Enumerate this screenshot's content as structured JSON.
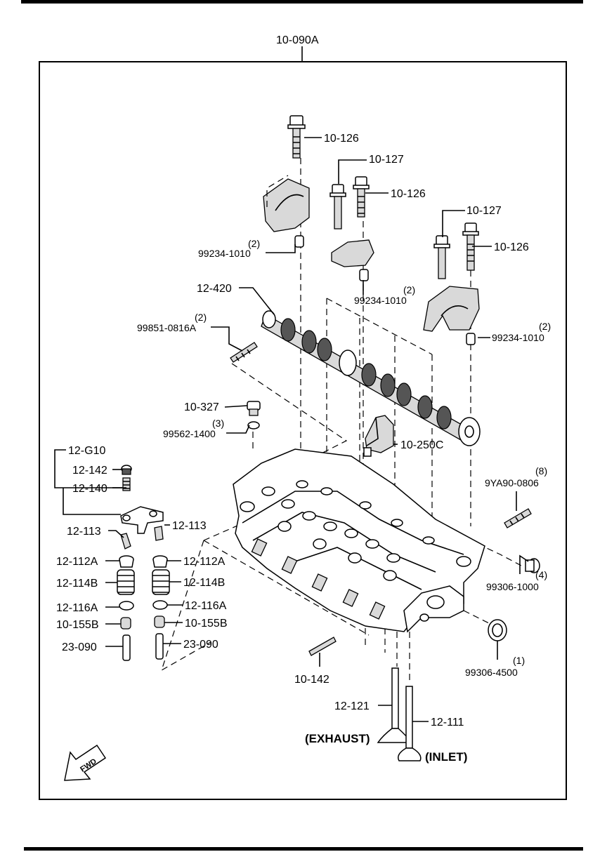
{
  "diagram": {
    "header_code": "10-090A",
    "fwd": "FWD",
    "labels": {
      "bolt_top": "10-126",
      "bolt_a": "10-127",
      "bolt_b": "10-126",
      "bolt_c": "10-127",
      "bolt_d": "10-126",
      "pin1_qty": "(2)",
      "pin1": "99234-1010",
      "pin2_qty": "(2)",
      "pin2": "99234-1010",
      "pin3_qty": "(2)",
      "pin3": "99234-1010",
      "camshaft": "12-420",
      "stud_qty": "(2)",
      "stud": "99851-0816A",
      "cap": "10-327",
      "washer_qty": "(3)",
      "washer": "99562-1400",
      "bracket": "10-250C",
      "group": "12-G10",
      "nut": "12-142",
      "adjuster": "12-140",
      "key_l": "12-113",
      "key_r": "12-113",
      "seat_l": "12-112A",
      "seat_r": "12-112A",
      "spring_l": "12-114B",
      "spring_r": "12-114B",
      "lower_l": "12-116A",
      "lower_r": "12-116A",
      "seal_l": "10-155B",
      "seal_r": "10-155B",
      "guide_l": "23-090",
      "guide_r": "23-090",
      "stud8_qty": "(8)",
      "stud8": "9YA90-0806",
      "plug4_qty": "(4)",
      "plug4": "99306-1000",
      "plug1_qty": "(1)",
      "plug1": "99306-4500",
      "stud_head": "10-142",
      "exhaust_valve": "12-121",
      "inlet_valve": "12-111",
      "exhaust": "(EXHAUST)",
      "inlet": "(INLET)"
    }
  }
}
